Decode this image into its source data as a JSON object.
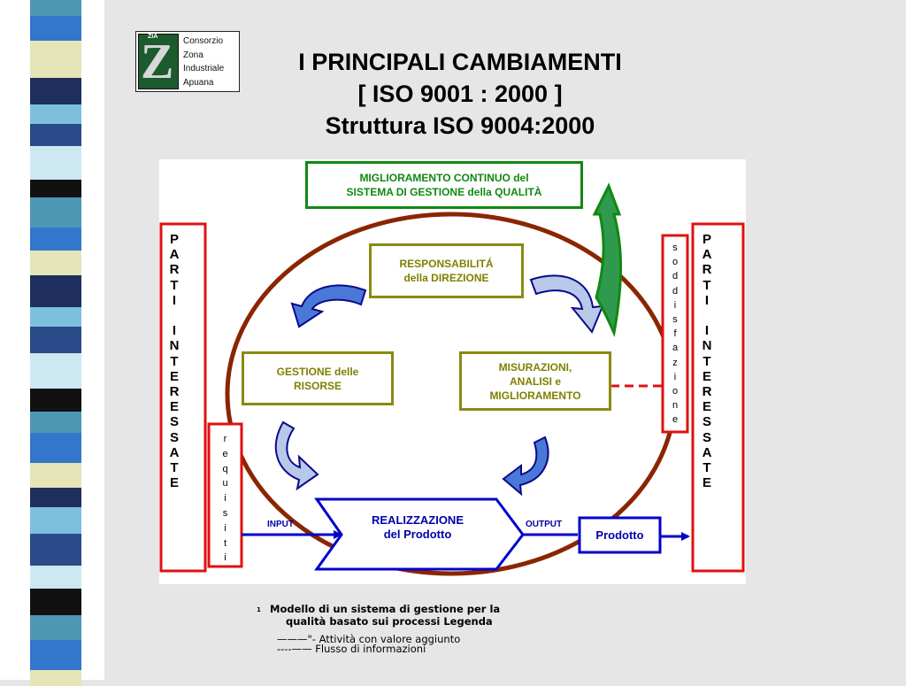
{
  "logo": {
    "small": "ZIA",
    "letter": "Z",
    "lines": [
      "Consorzio",
      "Zona",
      "Industriale",
      "Apuana"
    ]
  },
  "title": {
    "line1": "I PRINCIPALI CAMBIAMENTI",
    "line2": "[ ISO 9001 : 2000 ]",
    "line3": "Struttura ISO 9004:2000"
  },
  "diagram": {
    "top_box": {
      "line1": "MIGLIORAMENTO CONTINUO del",
      "line2": "SISTEMA DI GESTIONE della QUALITÀ"
    },
    "responsabilita": {
      "line1": "RESPONSABILITÁ",
      "line2": "della DIREZIONE"
    },
    "gestione": {
      "line1": "GESTIONE delle",
      "line2": "RISORSE"
    },
    "misurazioni": {
      "line1": "MISURAZIONI,",
      "line2": "ANALISI  e",
      "line3": "MIGLIORAMENTO"
    },
    "realizzazione": {
      "line1": "REALIZZAZIONE",
      "line2": "del Prodotto"
    },
    "prodotto": "Prodotto",
    "input_label": "INPUT",
    "output_label": "OUTPUT",
    "parti_left": [
      "P",
      "A",
      "R",
      "T",
      "I",
      "",
      "I",
      "N",
      "T",
      "E",
      "R",
      "E",
      "S",
      "S",
      "A",
      "T",
      "E"
    ],
    "parti_right": [
      "P",
      "A",
      "R",
      "T",
      "I",
      "",
      "I",
      "N",
      "T",
      "E",
      "R",
      "E",
      "S",
      "S",
      "A",
      "T",
      "E"
    ],
    "requisiti": [
      "r",
      "e",
      "q",
      "u",
      "i",
      "s",
      "i",
      "t",
      "i"
    ],
    "soddisfazione": [
      "s",
      "o",
      "d",
      "d",
      "i",
      "s",
      "f",
      "a",
      "z",
      "i",
      "o",
      "n",
      "e"
    ]
  },
  "caption": {
    "number": "1",
    "line1": "Modello di un sistema di gestione per la",
    "line2": "qualità basato sui processi Legenda",
    "line3": "———\"-   Attività con valore aggiunto",
    "line4": "----——   Flusso di informazioni"
  },
  "colors": {
    "stripe": [
      "#4d97b5",
      "#1e2f5e",
      "#cbe8f3",
      "#3377cc",
      "#7cc0de",
      "#111111",
      "#e5e5b8",
      "#2a4a8a"
    ],
    "olive": "#808000",
    "green": "#118811",
    "red": "#e01010",
    "blue": "#0000cc",
    "ellipse": "#8b2500"
  }
}
